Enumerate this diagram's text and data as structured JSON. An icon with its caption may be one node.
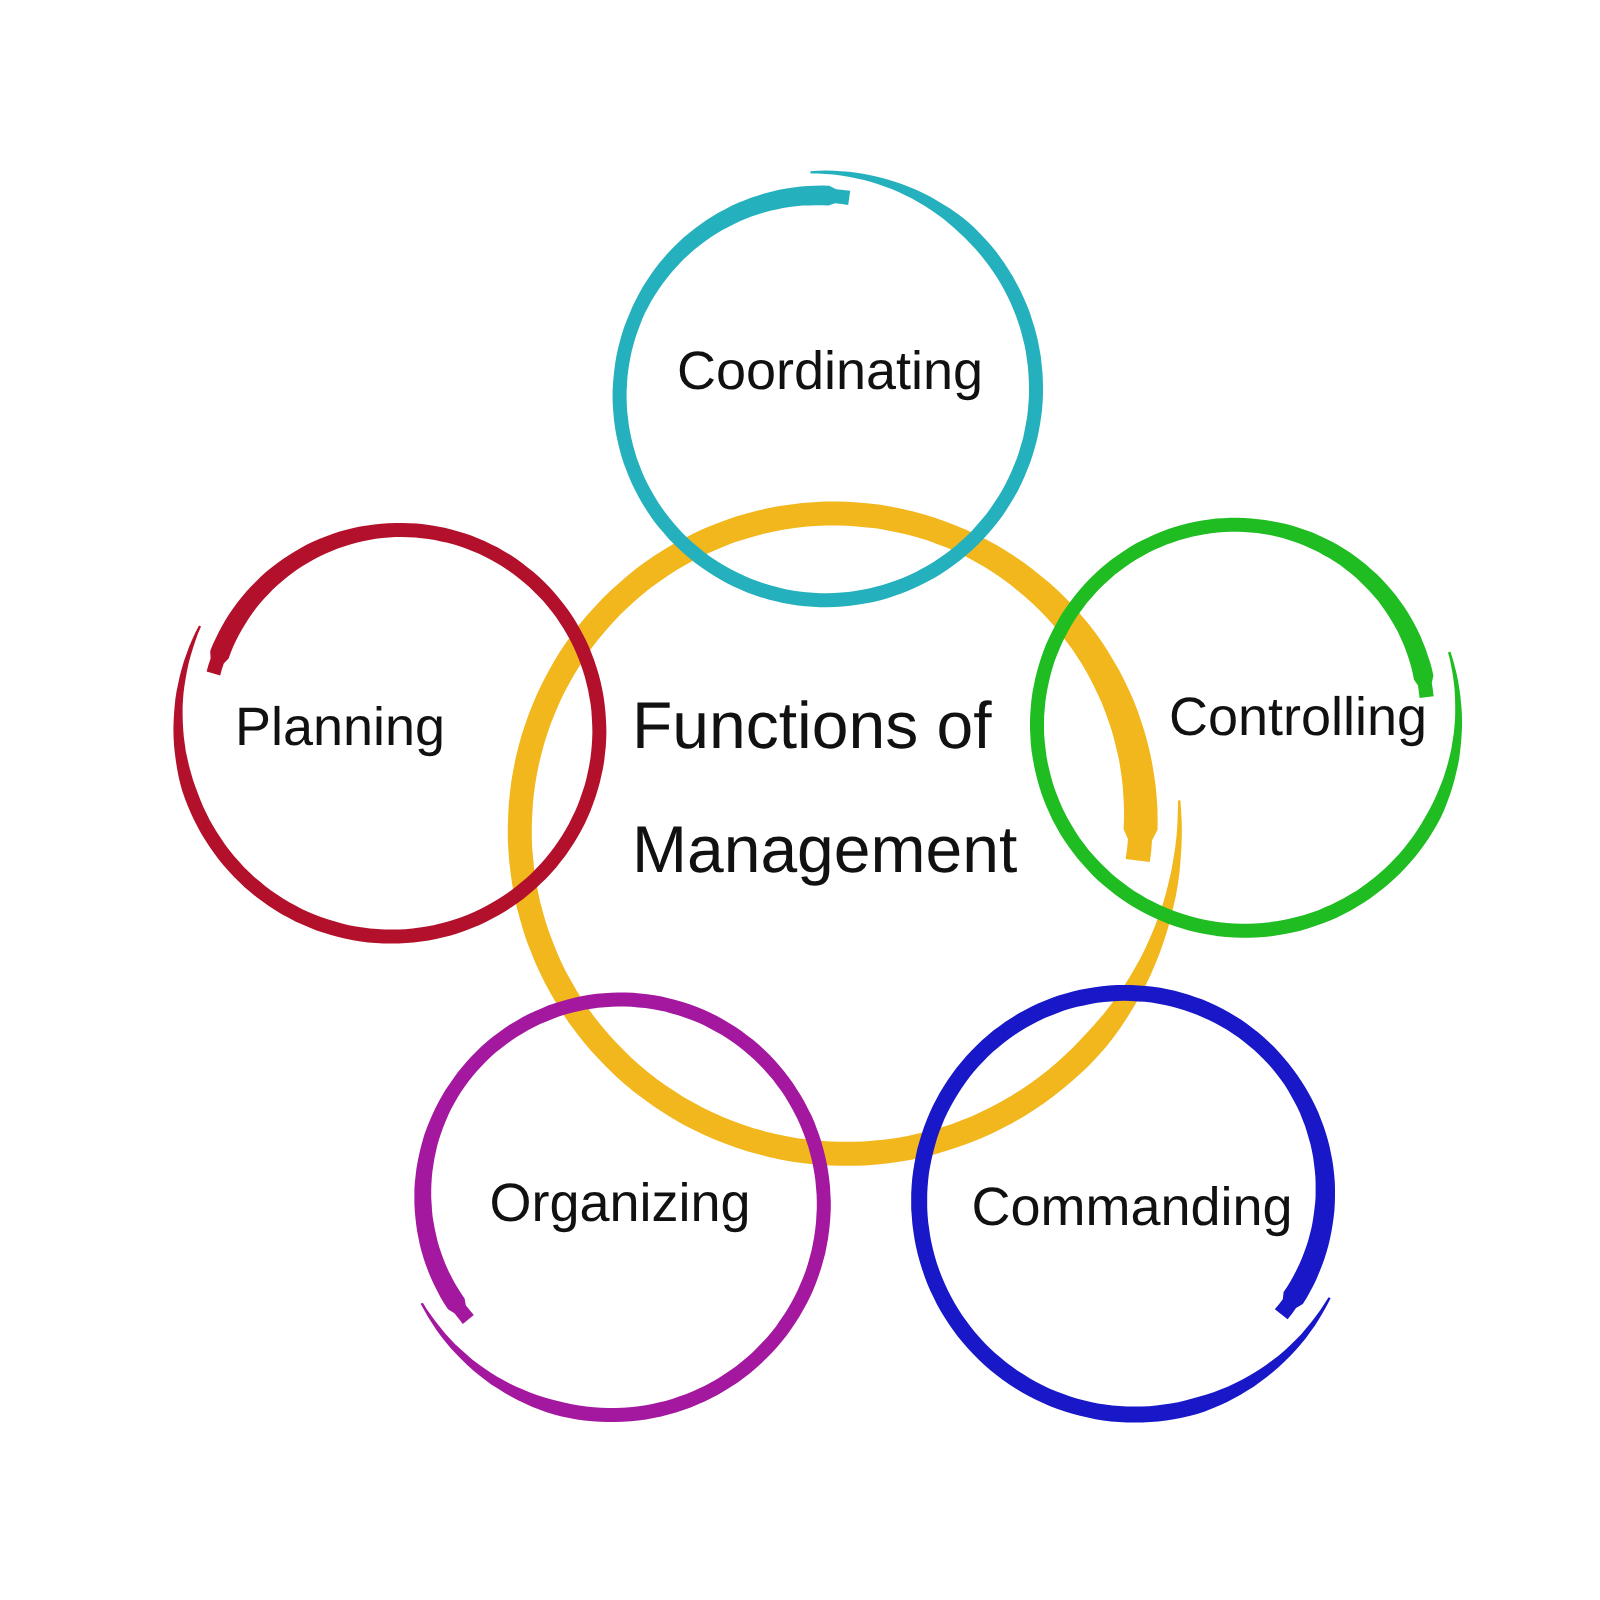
{
  "diagram": {
    "nodes": [
      {
        "text": [
          "Functions of Management"
        ]
      },
      {
        "text": [
          "Coordinating"
        ]
      },
      {
        "text": [
          "Controlling"
        ]
      },
      {
        "text": [
          "Commanding"
        ]
      },
      {
        "text": [
          "Organizing"
        ]
      },
      {
        "text": [
          "Planning"
        ]
      }
    ]
  }
}
